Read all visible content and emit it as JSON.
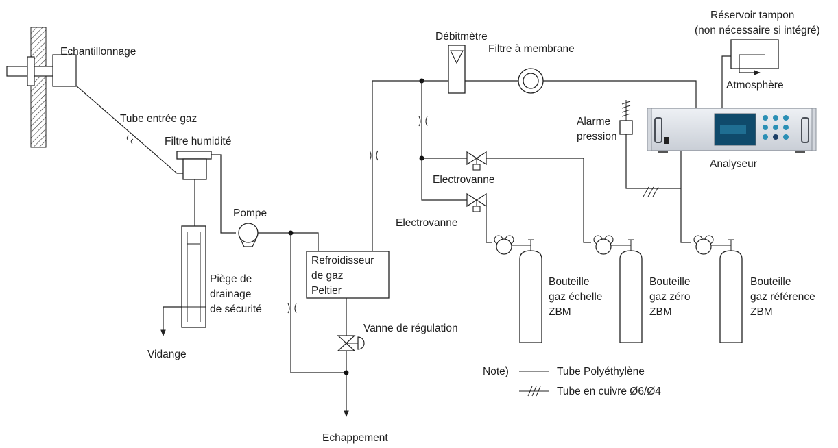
{
  "labels": {
    "sampling": "Echantillonnage",
    "gas_inlet_tube": "Tube entrée gaz",
    "moisture_filter": "Filtre humidité",
    "pump": "Pompe",
    "drain_trap_1": "Piège de",
    "drain_trap_2": "drainage",
    "drain_trap_3": "de sécurité",
    "drain": "Vidange",
    "cooler_1": "Refroidisseur",
    "cooler_2": "de gaz",
    "cooler_3": "Peltier",
    "regulating_valve": "Vanne de régulation",
    "exhaust": "Echappement",
    "flowmeter": "Débitmètre",
    "membrane_filter": "Filtre à membrane",
    "buffer_tank_1": "Réservoir tampon",
    "buffer_tank_2": "(non nécessaire si intégré)",
    "atmosphere": "Atmosphère",
    "pressure_alarm_1": "Alarme",
    "pressure_alarm_2": "pression",
    "analyzer": "Analyseur",
    "solenoid_valve_upper": "Electrovanne",
    "solenoid_valve_lower": "Electrovanne",
    "span_cyl_1": "Bouteille",
    "span_cyl_2": "gaz échelle",
    "span_cyl_3": "ZBM",
    "zero_cyl_1": "Bouteille",
    "zero_cyl_2": "gaz zéro",
    "zero_cyl_3": "ZBM",
    "ref_cyl_1": "Bouteille",
    "ref_cyl_2": "gaz référence",
    "ref_cyl_3": "ZBM"
  },
  "legend": {
    "note": "Note)",
    "polyethylene": "Tube Polyéthylène",
    "copper": "Tube en cuivre  Ø6/Ø4"
  }
}
